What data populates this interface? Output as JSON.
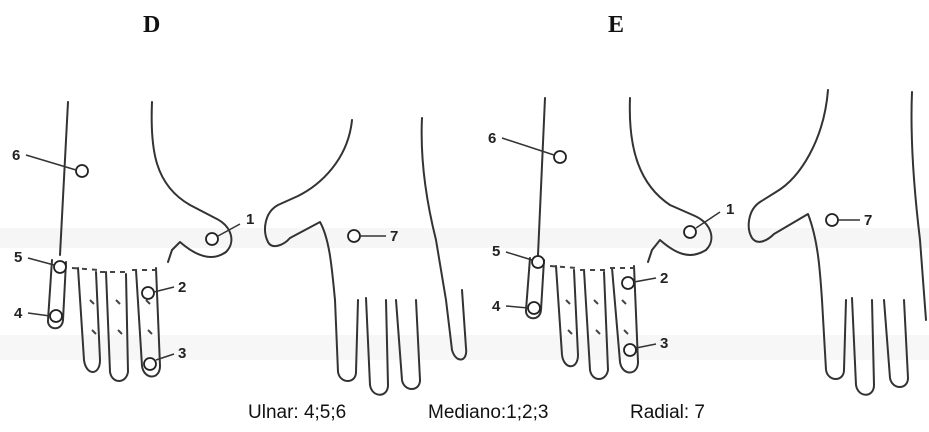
{
  "panels": [
    {
      "letter": "D"
    },
    {
      "letter": "E"
    }
  ],
  "point_labels": [
    "1",
    "2",
    "3",
    "4",
    "5",
    "6",
    "7"
  ],
  "legend": {
    "ulnar": "Ulnar: 4;5;6",
    "mediano": "Mediano:1;2;3",
    "radial": "Radial: 7"
  }
}
